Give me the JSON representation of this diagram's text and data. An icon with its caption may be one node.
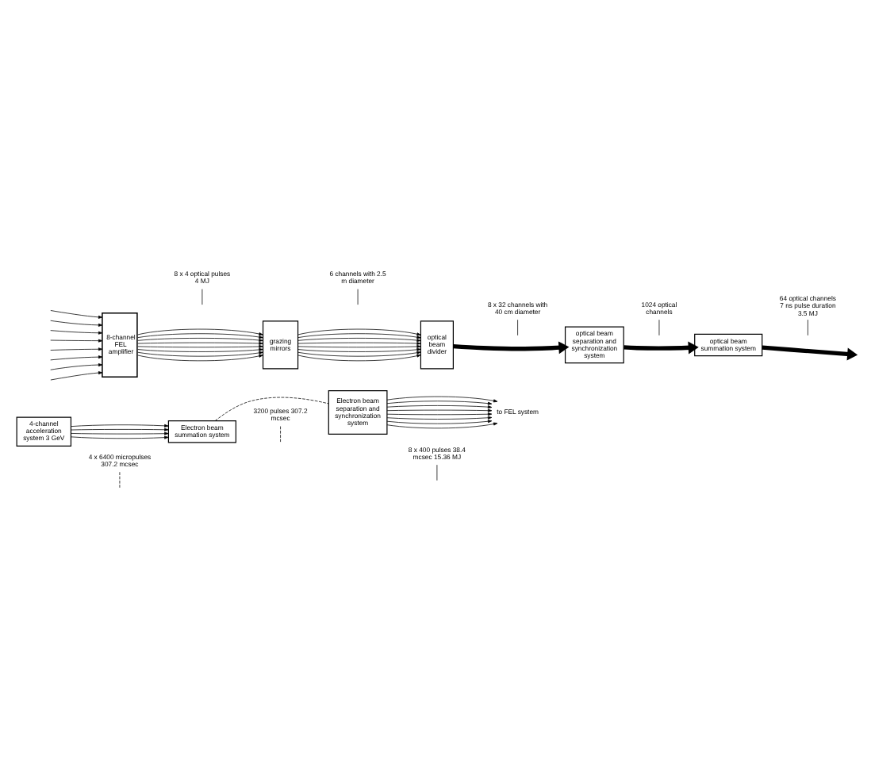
{
  "diagram": {
    "nodes": [
      {
        "text": [
          "4-channel acceleration system 3 GeV"
        ]
      },
      {
        "text": [
          "Electron beam summation system"
        ]
      },
      {
        "text": [
          "Electron beam separation and synchronization system"
        ]
      },
      {
        "text": [
          "to FEL system"
        ]
      },
      {
        "text": [
          "4 x 6400 micropulses 307.2 mcsec"
        ]
      },
      {
        "text": [
          "3200 pulses 307.2 mcsec"
        ]
      },
      {
        "text": [
          "8 x 400 pulses 38.4 mcsec 15.36 MJ"
        ]
      },
      {
        "text": [
          "8-channel FEL amplifier"
        ]
      },
      {
        "text": [
          "grazing mirrors"
        ]
      },
      {
        "text": [
          "optical beam divider"
        ]
      },
      {
        "text": [
          "optical beam separation and synchronization system"
        ]
      },
      {
        "text": [
          "optical beam summation system"
        ]
      },
      {
        "text": [
          "8 x 4 optical pulses 4 MJ"
        ]
      },
      {
        "text": [
          "6 channels with 2.5 m diameter"
        ]
      },
      {
        "text": [
          "8 x 32 channels with 40 cm diameter"
        ]
      },
      {
        "text": [
          "1024 optical channels"
        ]
      },
      {
        "text": [
          "64 optical channels 7 ns pulse duration 3.5 MJ"
        ]
      }
    ],
    "edges": [
      {
        "from": 0,
        "to": 1,
        "arrow": "to"
      },
      {
        "from": 0,
        "to": 1,
        "arrow": "to"
      },
      {
        "from": 0,
        "to": 1,
        "arrow": "to"
      },
      {
        "from": 0,
        "to": 1,
        "arrow": "to"
      },
      {
        "from": 1,
        "to": 2,
        "arrow": "none",
        "style": "dashed"
      },
      {
        "from": 2,
        "to": 3,
        "arrow": "to"
      },
      {
        "from": 2,
        "to": 3,
        "arrow": "to"
      },
      {
        "from": 2,
        "to": 3,
        "arrow": "to"
      },
      {
        "from": 2,
        "to": 3,
        "arrow": "to"
      },
      {
        "from": 2,
        "to": 3,
        "arrow": "to"
      },
      {
        "from": 2,
        "to": 3,
        "arrow": "to"
      },
      {
        "from": 2,
        "to": 3,
        "arrow": "to"
      },
      {
        "from": 2,
        "to": 3,
        "arrow": "to"
      },
      {
        "from": 4,
        "to": null,
        "arrow": "none",
        "style": "dashed"
      },
      {
        "from": 5,
        "to": null,
        "arrow": "none",
        "style": "dashed"
      },
      {
        "from": 6,
        "to": null,
        "arrow": "none"
      },
      {
        "from": null,
        "to": 7,
        "arrow": "to"
      },
      {
        "from": null,
        "to": 7,
        "arrow": "to"
      },
      {
        "from": null,
        "to": 7,
        "arrow": "to"
      },
      {
        "from": null,
        "to": 7,
        "arrow": "to"
      },
      {
        "from": null,
        "to": 7,
        "arrow": "to"
      },
      {
        "from": null,
        "to": 7,
        "arrow": "to"
      },
      {
        "from": null,
        "to": 7,
        "arrow": "to"
      },
      {
        "from": null,
        "to": 7,
        "arrow": "to"
      },
      {
        "from": 7,
        "to": 8,
        "arrow": "to"
      },
      {
        "from": 7,
        "to": 8,
        "arrow": "to"
      },
      {
        "from": 7,
        "to": 8,
        "arrow": "to"
      },
      {
        "from": 7,
        "to": 8,
        "arrow": "to"
      },
      {
        "from": 7,
        "to": 8,
        "arrow": "to"
      },
      {
        "from": 7,
        "to": 8,
        "arrow": "to"
      },
      {
        "from": 7,
        "to": 8,
        "arrow": "to"
      },
      {
        "from": 7,
        "to": 8,
        "arrow": "to"
      },
      {
        "from": 8,
        "to": 9,
        "arrow": "to"
      },
      {
        "from": 8,
        "to": 9,
        "arrow": "to"
      },
      {
        "from": 8,
        "to": 9,
        "arrow": "to"
      },
      {
        "from": 8,
        "to": 9,
        "arrow": "to"
      },
      {
        "from": 8,
        "to": 9,
        "arrow": "to"
      },
      {
        "from": 8,
        "to": 9,
        "arrow": "to"
      },
      {
        "from": 8,
        "to": 9,
        "arrow": "to"
      },
      {
        "from": 8,
        "to": 9,
        "arrow": "to"
      },
      {
        "from": 9,
        "to": 10,
        "arrow": "to",
        "style": "thick"
      },
      {
        "from": 10,
        "to": 11,
        "arrow": "to",
        "style": "thick"
      },
      {
        "from": 11,
        "to": null,
        "arrow": "to",
        "style": "thick"
      },
      {
        "from": 12,
        "to": null,
        "arrow": "none"
      },
      {
        "from": 13,
        "to": null,
        "arrow": "none"
      },
      {
        "from": 14,
        "to": null,
        "arrow": "none"
      },
      {
        "from": 15,
        "to": null,
        "arrow": "none"
      },
      {
        "from": 16,
        "to": null,
        "arrow": "none"
      }
    ]
  }
}
